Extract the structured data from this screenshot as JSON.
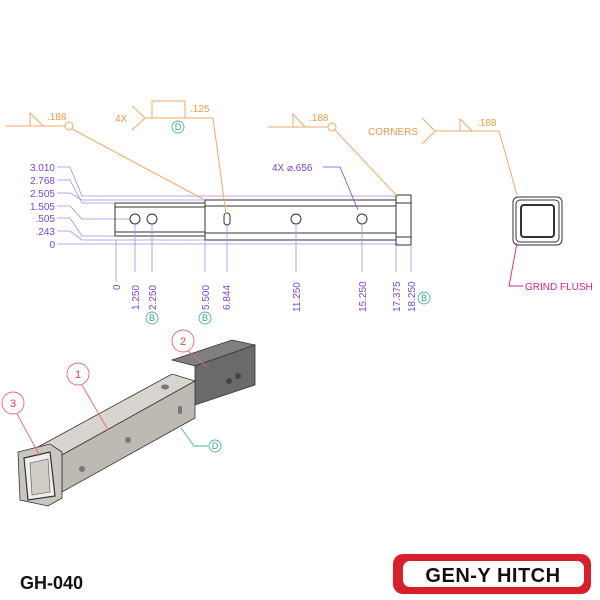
{
  "part_number": "GH-040",
  "logo": {
    "text": "GEN-Y HITCH",
    "color": "#d8202a"
  },
  "colors": {
    "dimension": "#7a45e0",
    "weld": "#ef9a4a",
    "datum": "#3a9f86",
    "balloon": "#e0404a",
    "note": "#e0207a"
  },
  "ordinate_vertical": [
    "3.010",
    "2.768",
    "2.505",
    "1.505",
    ".505",
    ".243",
    "0"
  ],
  "ordinate_horizontal": [
    "0",
    "1.250",
    "2.250",
    "5.500",
    "6.844",
    "11.250",
    "15.250",
    "17.375",
    "18.250"
  ],
  "datums": {
    "b": "B",
    "d": "D"
  },
  "welds": {
    "left_size": ".188",
    "plug_qty": "4X",
    "plug_size": ".125",
    "right_size": ".188",
    "corners_label": "CORNERS",
    "corners_size": ".188"
  },
  "hole_callout": "4X ⌀.656",
  "grind_note": "GRIND FLUSH",
  "balloons": [
    "1",
    "2",
    "3"
  ]
}
